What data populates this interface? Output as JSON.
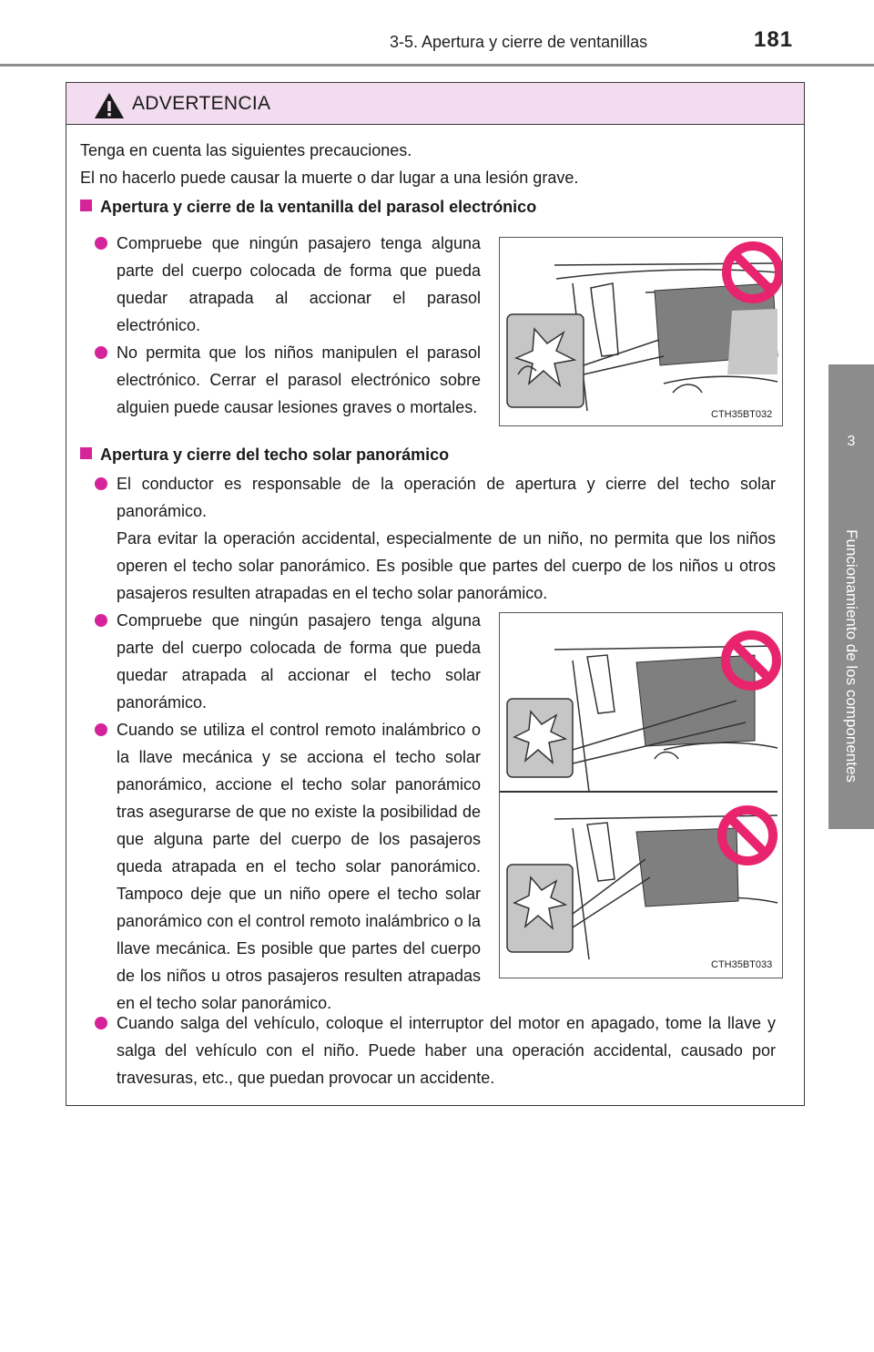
{
  "header": {
    "section": "3-5. Apertura y cierre de ventanillas",
    "page_number": "181"
  },
  "side_tab": {
    "chapter_number": "3",
    "chapter_title": "Funcionamiento de los componentes"
  },
  "warning": {
    "title": "ADVERTENCIA",
    "intro_line1": "Tenga en cuenta las siguientes precauciones.",
    "intro_line2": "El no hacerlo puede causar la muerte o dar lugar a una lesión grave.",
    "section1": {
      "heading": "Apertura y cierre de la ventanilla del parasol electrónico",
      "bullets": [
        "Compruebe que ningún pasajero tenga alguna parte del cuerpo colocada de forma que pueda quedar atrapada al accionar el parasol electrónico.",
        "No permita que los niños manipulen el parasol electrónico. Cerrar el parasol electrónico sobre alguien puede causar lesiones graves o mortales."
      ],
      "figure_code": "CTH35BT032"
    },
    "section2": {
      "heading": "Apertura y cierre del techo solar panorámico",
      "bullet_intro_line1": "El conductor es responsable de la operación de apertura y cierre del techo solar panorámico.",
      "bullet_intro_line2": "Para evitar la operación accidental, especialmente de un niño, no permita que los niños operen el techo solar panorámico. Es posible que partes del cuerpo de los niños u otros pasajeros resulten atrapadas en el techo solar panorámico.",
      "bullets": [
        "Compruebe que ningún pasajero tenga alguna parte del cuerpo colocada de forma que pueda quedar atrapada al accionar el techo solar panorámico.",
        "Cuando se utiliza el control remoto inalámbrico o la llave mecánica y se acciona el techo solar panorámico, accione el techo solar panorámico tras asegurarse de que no existe la posibilidad de que alguna parte del cuerpo de los pasajeros queda atrapada en el techo solar panorámico. Tampoco deje que un niño opere el techo solar panorámico con el control remoto inalámbrico o la llave mecánica. Es posible que partes del cuerpo de los niños u otros pasajeros resulten atrapadas en el techo solar panorámico."
      ],
      "figure_code": "CTH35BT033",
      "final_bullet": "Cuando salga del vehículo, coloque el interruptor del motor en apagado, tome la llave y salga del vehículo con el niño. Puede haber una operación accidental, causado por travesuras, etc., que puedan provocar un accidente."
    }
  },
  "colors": {
    "accent_magenta": "#d5239a",
    "warning_header_bg": "#f2dcef",
    "side_tab_gray": "#8c8c8c",
    "prohibition_red": "#e8246e"
  },
  "icons": [
    "warning-triangle-icon",
    "prohibition-icon",
    "bullet-dot-icon",
    "square-bullet-icon"
  ]
}
